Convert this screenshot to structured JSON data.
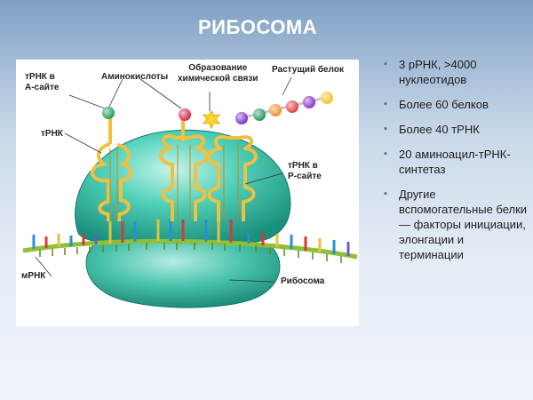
{
  "slide": {
    "title": "РИБОСОМА"
  },
  "figure": {
    "labels": {
      "trna_a": "тРНК в\nА-сайте",
      "amino": "Аминокислоты",
      "bond": "Образование\nхимической связи",
      "protein": "Растущий белок",
      "trna": "тРНК",
      "trna_p": "тРНК в\nР-сайте",
      "mrna": "мРНК",
      "ribosome": "Рибосома"
    },
    "colors": {
      "ribosome": "#2bb39c",
      "trna": "#f0c040",
      "mrna_backbone": "#8fbf3a"
    }
  },
  "bullets": [
    "3 рРНК, >4000 нуклеотидов",
    "Более 60 белков",
    "Более 40 тРНК",
    "20 аминоацил-тРНК-синтетаз",
    "Другие вспомогательные белки — факторы инициации, элонгации и терминации"
  ]
}
